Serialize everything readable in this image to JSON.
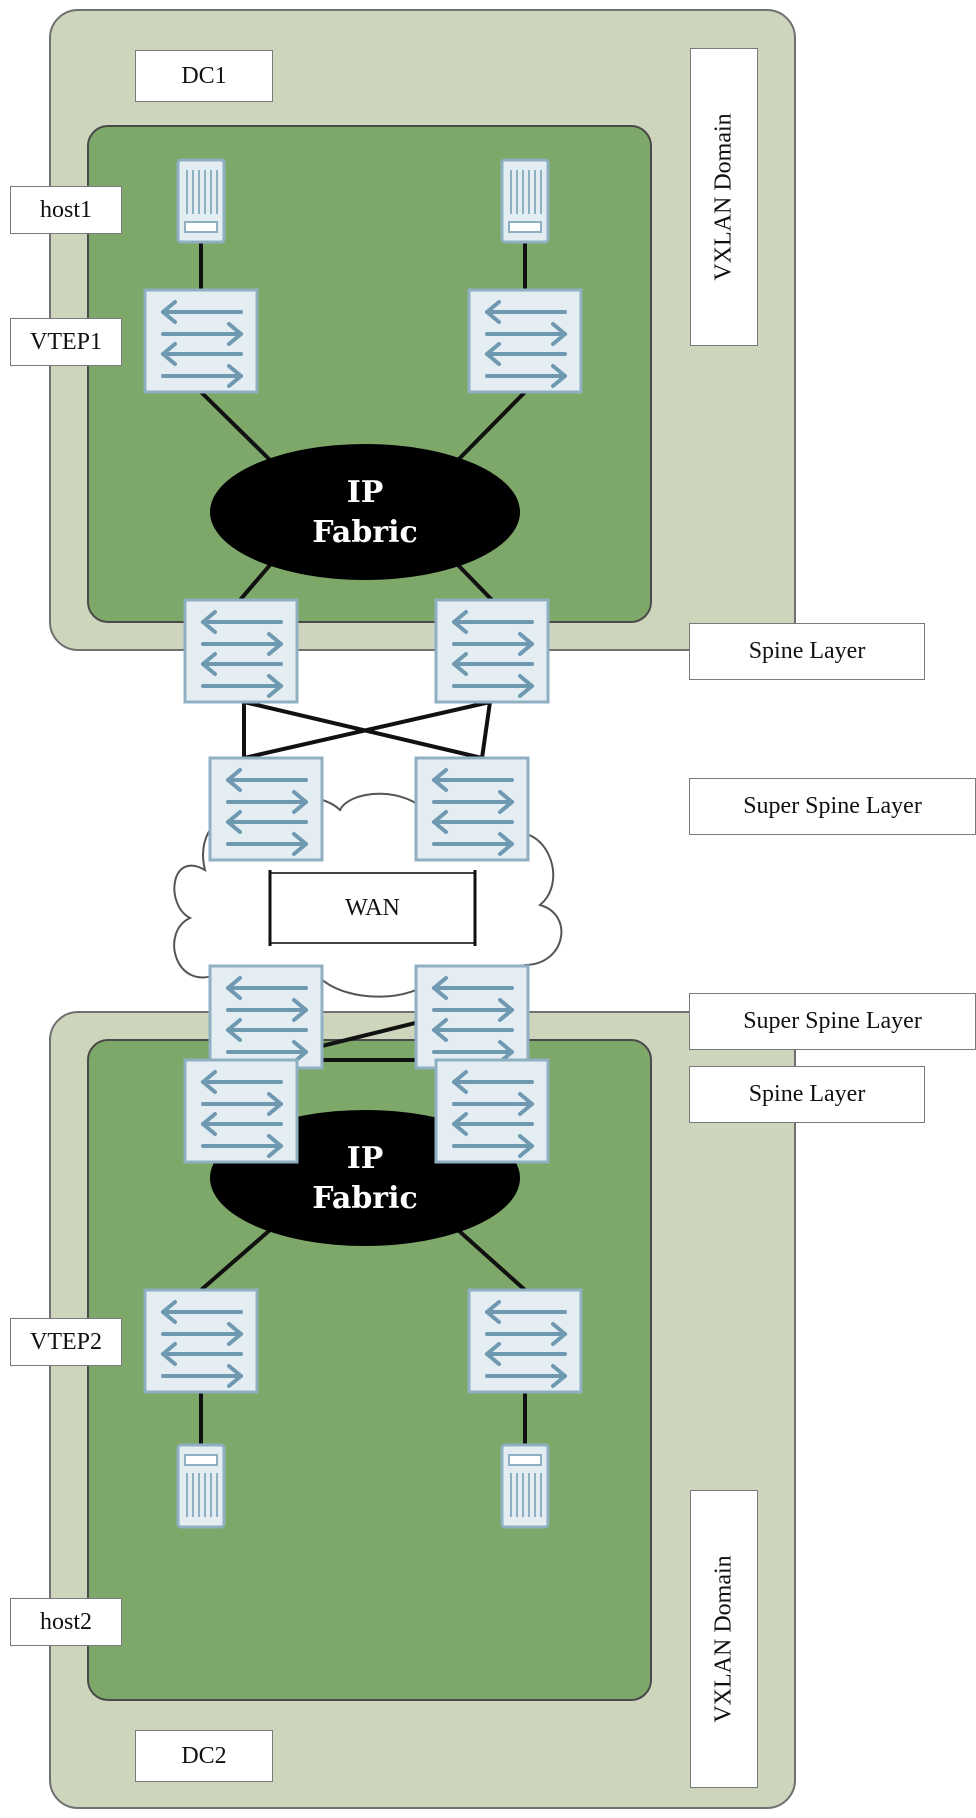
{
  "datacenters": [
    {
      "name": "DC1",
      "domain_label": "VXLAN Domain",
      "fabric_label": [
        "IP",
        "Fabric"
      ],
      "host_label": "host1",
      "vtep_label": "VTEP1"
    },
    {
      "name": "DC2",
      "domain_label": "VXLAN Domain",
      "fabric_label": [
        "IP",
        "Fabric"
      ],
      "host_label": "host2",
      "vtep_label": "VTEP2"
    }
  ],
  "layers": {
    "spine_top": "Spine Layer",
    "super_spine_top": "Super Spine Layer",
    "super_spine_bottom": "Super Spine Layer",
    "spine_bottom": "Spine Layer"
  },
  "wan_label": "WAN",
  "colors": {
    "dc_outer": "#cdd6bc",
    "dc_inner": "#7ea86a",
    "switch_fill": "#e4eef2",
    "switch_border": "#8fb0c2",
    "arrow": "#6f98b1",
    "fabric": "#000000",
    "link": "#111111"
  },
  "icons": [
    "switch-icon",
    "server-icon",
    "cloud-icon"
  ]
}
